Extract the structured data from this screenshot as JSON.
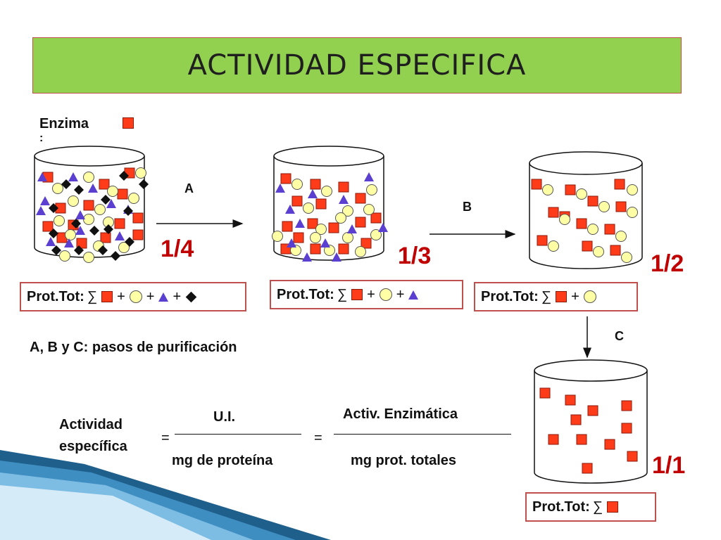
{
  "title": "ACTIVIDAD ESPECIFICA",
  "enzyme_label": "Enzima",
  "enzyme_colon": ":",
  "steps": {
    "a": "A",
    "b": "B",
    "c": "C"
  },
  "fractions": [
    "1/4",
    "1/3",
    "1/2",
    "1/1"
  ],
  "prot_tot_label": "Prot.Tot:",
  "sigma": "∑",
  "plus": "+",
  "steps_caption": "A, B y C: pasos de purificación",
  "formula": {
    "lhs_line1": "Actividad",
    "lhs_line2": "específica",
    "equals": "=",
    "frac1_num": "U.I.",
    "frac1_den": "mg de proteína",
    "frac2_num": "Activ. Enzimática",
    "frac2_den": "mg prot. totales"
  },
  "colors": {
    "title_bg": "#92d050",
    "title_border": "#c0504d",
    "enzyme_square": "#ff3c1a",
    "circle": "#ffffa6",
    "triangle": "#5b3fd1",
    "diamond": "#111111",
    "fraction_text": "#c00000"
  }
}
